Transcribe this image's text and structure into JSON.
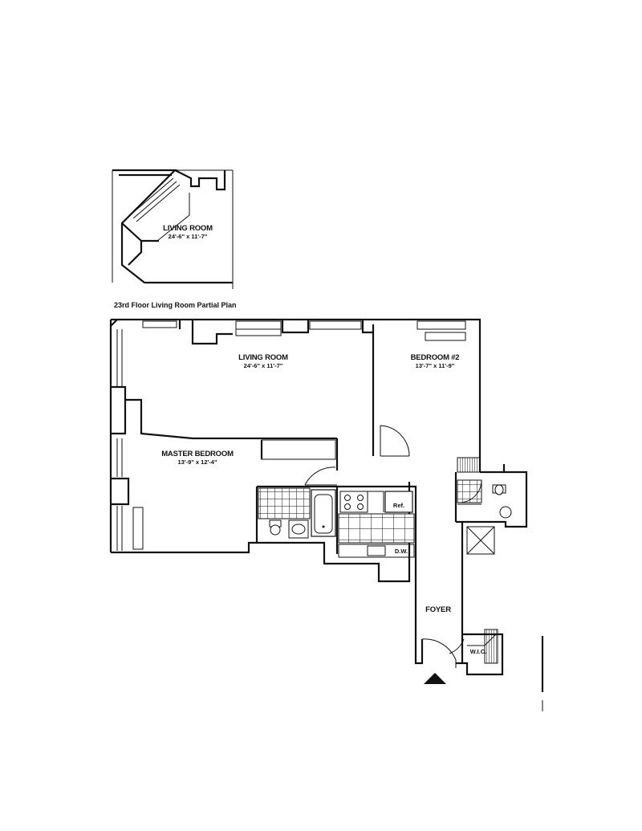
{
  "partial_plan": {
    "room_name": "LIVING ROOM",
    "room_dims": "24'-6\" x 11'-7\"",
    "caption": "23rd Floor Living Room Partial Plan"
  },
  "rooms": {
    "living": {
      "name": "LIVING ROOM",
      "dims": "24'-6\" x 11'-7\""
    },
    "bedroom2": {
      "name": "BEDROOM #2",
      "dims": "13'-7\" x 11'-9\""
    },
    "master": {
      "name": "MASTER BEDROOM",
      "dims": "13'-9\" x 12'-4\""
    },
    "foyer": {
      "name": "FOYER"
    },
    "wic": {
      "name": "W.I.C."
    }
  },
  "appliances": {
    "ref": "Ref.",
    "dw": "D.W."
  }
}
